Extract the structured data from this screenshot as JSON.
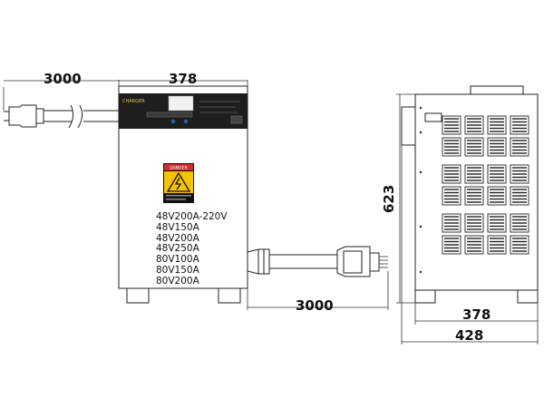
{
  "dimensions": {
    "input_cable_length": "3000",
    "front_width": "378",
    "output_cable_length": "3000",
    "side_height": "623",
    "side_body_depth": "378",
    "side_total_depth": "428"
  },
  "warning_label": {
    "title": "DANGER",
    "icon": "high-voltage-icon"
  },
  "control_panel": {
    "brand": "CHARGER",
    "icons": [
      "power-icon",
      "settings-icon"
    ],
    "colors": {
      "panel": "#1e1e1e",
      "accent": "#e8c040",
      "display": "#f2f2f2"
    }
  },
  "models": [
    "48V200A-220V",
    "48V150A",
    "48V200A",
    "48V250A",
    "80V100A",
    "80V150A",
    "80V200A"
  ],
  "colors": {
    "line": "#222222",
    "warning_yellow": "#f5c400",
    "warning_red": "#d32f2f"
  }
}
